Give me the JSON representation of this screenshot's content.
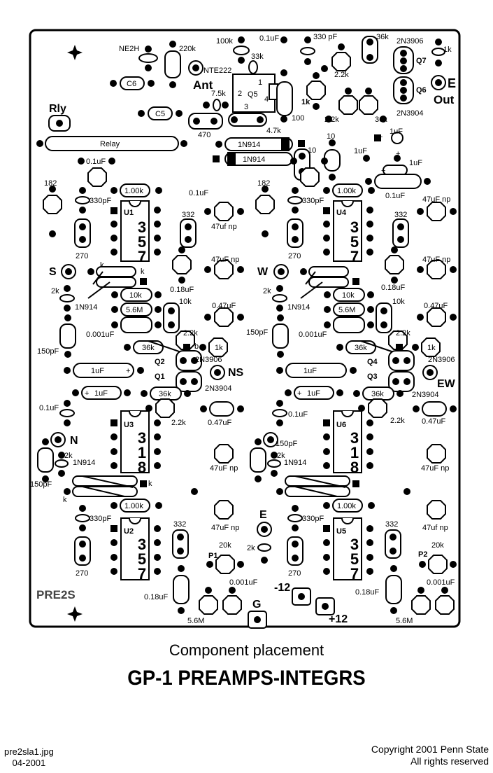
{
  "board_labels": {
    "ne2h": "NE2H",
    "r220k": "220k",
    "nte222": "NTE222",
    "r100k": "100k",
    "r33k": "33k",
    "c01uf_top": "0.1uF",
    "c330pf_top": "330 pF",
    "r36k_top": "36k",
    "q_2n3906_top": "2N3906",
    "r1k_top": "1k",
    "c6": "C6",
    "ant": "Ant",
    "q5": "Q5",
    "q5_p1": "1",
    "q5_p2": "2",
    "q5_p3": "3",
    "q5_p4": "4",
    "r7_5k": "7.5k",
    "r2_2k_top": "2.2k",
    "q7": "Q7",
    "q6": "Q6",
    "e_out_e": "E",
    "e_out_out": "Out",
    "r1k_mid": "1k",
    "r2_2k_top2": "2.2k",
    "r36k_top2": "36k",
    "q_2n3904_top": "2N3904",
    "r100": "100",
    "rly": "Rly",
    "c5": "C5",
    "r470": "470",
    "r4_7k": "4.7k",
    "relay": "Relay",
    "d1n914_a": "1N914",
    "d1n914_b": "1N914",
    "r10_a": "10",
    "r10_b": "10",
    "c1uf_a": "1uF",
    "c1uf_b": "1uF",
    "c1uf_c": "1uF",
    "c01uf_l": "0.1uF",
    "c01uf_l2": "0.1uF",
    "c01uf_r": "0.1uF",
    "r182_l": "182",
    "r182_r": "182",
    "r1_00k_1": "1.00k",
    "r1_00k_4": "1.00k",
    "c330pf_1": "330pF",
    "c330pf_4": "330pF",
    "u1": "U1",
    "u4": "U4",
    "u1_num": "357",
    "u4_num": "357",
    "r332_1": "332",
    "r332_4": "332",
    "c47uf_np_1": "47uf np",
    "c47uf_np_2": "47uF np",
    "c47uf_np_3": "47uF np",
    "c47uf_np_4": "47uF np",
    "r270_1": "270",
    "r270_4": "270",
    "s": "S",
    "w": "W",
    "k1": "k",
    "k2": "k",
    "k3": "k",
    "k4": "k",
    "r2k_1": "2k",
    "r2k_4": "2k",
    "d1n914_1": "1N914",
    "d1n914_4": "1N914",
    "r10k_1": "10k",
    "r10k_4": "10k",
    "c018_1": "0.18uF",
    "c018_4": "0.18uF",
    "r5_6m_1": "5.6M",
    "r5_6m_4": "5.6M",
    "r10k_1b": "10k",
    "r10k_4b": "10k",
    "c047_1": "0.47uF",
    "c047_4": "0.47uF",
    "c0001_1": "0.001uF",
    "c0001_4": "0.001uF",
    "r2_2k_1": "2.2k",
    "r2_2k_4": "2.2k",
    "c150pf_1": "150pF",
    "c150pf_4": "150pF",
    "r36k_1": "36k",
    "r36k_4": "36k",
    "r1k_1": "1k",
    "r1k_4": "1k",
    "q2": "Q2",
    "q1": "Q1",
    "q4": "Q4",
    "q3": "Q3",
    "qc": "c",
    "qe": "e",
    "qb": "b",
    "q_2n3906_1": "2N3906",
    "q_2n3906_4": "2N3906",
    "q_2n3904_1": "2N3904",
    "q_2n3904_4": "2N3904",
    "ns": "NS",
    "ew": "EW",
    "c1uf_1": "1uF",
    "c1uf_4": "1uF",
    "c1uf_2": "1uF",
    "c1uf_5": "1uF",
    "r36k_2": "36k",
    "r36k_5": "36k",
    "r2_2k_2": "2.2k",
    "r2_2k_5": "2.2k",
    "c047_2": "0.47uF",
    "c047_5": "0.47uF",
    "c01uf_2": "0.1uF",
    "c01uf_5": "0.1uF",
    "u3": "U3",
    "u6": "U6",
    "u3_num": "318",
    "u6_num": "318",
    "n": "N",
    "r2k_3": "2k",
    "r2k_6": "2k",
    "d1n914_3": "1N914",
    "d1n914_6": "1N914",
    "c150pf_3": "150pF",
    "c150pf_6": "150pF",
    "c47uf_np_5": "47uF np",
    "c47uf_np_6": "47uF np",
    "r1_00k_2": "1.00k",
    "r1_00k_5": "1.00k",
    "c330pf_2": "330pF",
    "c330pf_5": "330pF",
    "u2": "U2",
    "u5": "U5",
    "u2_num": "357",
    "u5_num": "357",
    "r332_2": "332",
    "r332_5": "332",
    "c47uf_np_7": "47uF np",
    "c47uf_np_8": "47uf np",
    "e_mid": "E",
    "r2k_mid": "2k",
    "p1": "P1",
    "p2": "P2",
    "r20k_1": "20k",
    "r20k_2": "20k",
    "r270_2": "270",
    "r270_5": "270",
    "c0001_2": "0.001uF",
    "c0001_5": "0.001uF",
    "c018_2": "0.18uF",
    "c018_5": "0.18uF",
    "r5_6m_2": "5.6M",
    "r5_6m_5": "5.6M",
    "m12": "-12",
    "p12": "+12",
    "g": "G",
    "pre2s": "PRE2S",
    "plus_1": "+",
    "plus_2": "+",
    "plus_3": "+",
    "plus_4": "+",
    "plus_5": "+",
    "plus_6": "+"
  },
  "caption": {
    "subtitle": "Component placement",
    "title": "GP-1 PREAMPS-INTEGRS"
  },
  "footer": {
    "file": "pre2sla1.jpg",
    "date": "04-2001",
    "copyright": "Copyright  2001 Penn State",
    "rights": "All rights reserved"
  }
}
